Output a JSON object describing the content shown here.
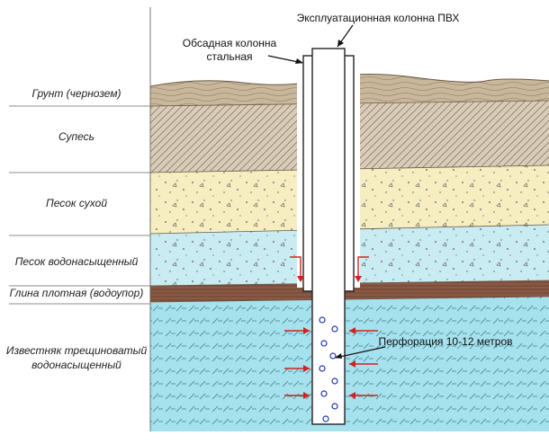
{
  "layers": [
    {
      "label": "Грунт (чернозем)"
    },
    {
      "label": "Супесь"
    },
    {
      "label": "Песок сухой"
    },
    {
      "label": "Песок водонасыщенный"
    },
    {
      "label": "Глина плотная (водоупор)"
    },
    {
      "label": "Известняк трещиноватый",
      "label2": "водонасыщенный"
    }
  ],
  "callouts": {
    "pvc_column": "Эксплуатационная колонна ПВХ",
    "steel_casing_line1": "Обсадная колонна",
    "steel_casing_line2": "стальная",
    "perforation": "Перфорация 10-12 метров"
  },
  "colors": {
    "soil": "#c8b79a",
    "sandy_loam": "#d9cdb9",
    "dry_sand": "#f6eec0",
    "wet_sand": "#c9ecf2",
    "clay": "#8a5a46",
    "limestone": "#a6e1ee",
    "arrow_red": "#d42020",
    "hole_blue": "#2233aa"
  }
}
